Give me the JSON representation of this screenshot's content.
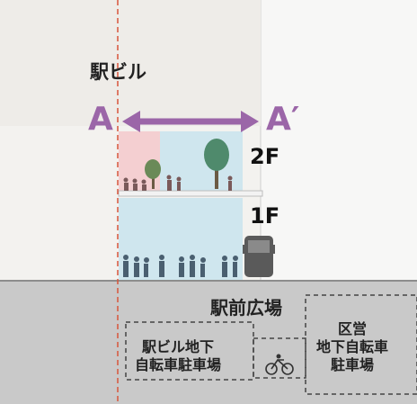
{
  "building_label": "駅ビル",
  "section_start": "A",
  "section_end": "A′",
  "floor_2": "2F",
  "floor_1": "1F",
  "plaza_label": "駅前広場",
  "parking_station": [
    "駅ビル地下",
    "自転車駐車場"
  ],
  "parking_ward": [
    "区営",
    "地下自転車",
    "駐車場"
  ],
  "colors": {
    "background": "#f3f2ef",
    "ground": "#c9c9c9",
    "floor_2_fill": "#cfe6ee",
    "floor_2_pink": "#f4cfd1",
    "floor_1_fill": "#cfe6ee",
    "arrow": "#9b66a8",
    "section_line": "#d7553b"
  },
  "icons": [
    "tree-icon",
    "person-icon",
    "bus-icon",
    "bicycle-icon"
  ]
}
